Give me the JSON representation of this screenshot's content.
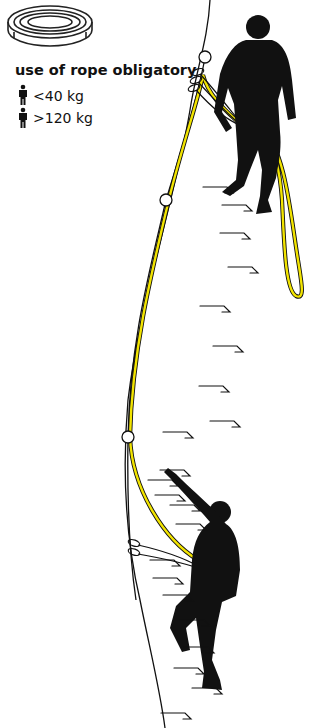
{
  "diagram": {
    "labels": [
      "use of rope obligatory",
      "<40 kg",
      ">120 kg"
    ]
  }
}
